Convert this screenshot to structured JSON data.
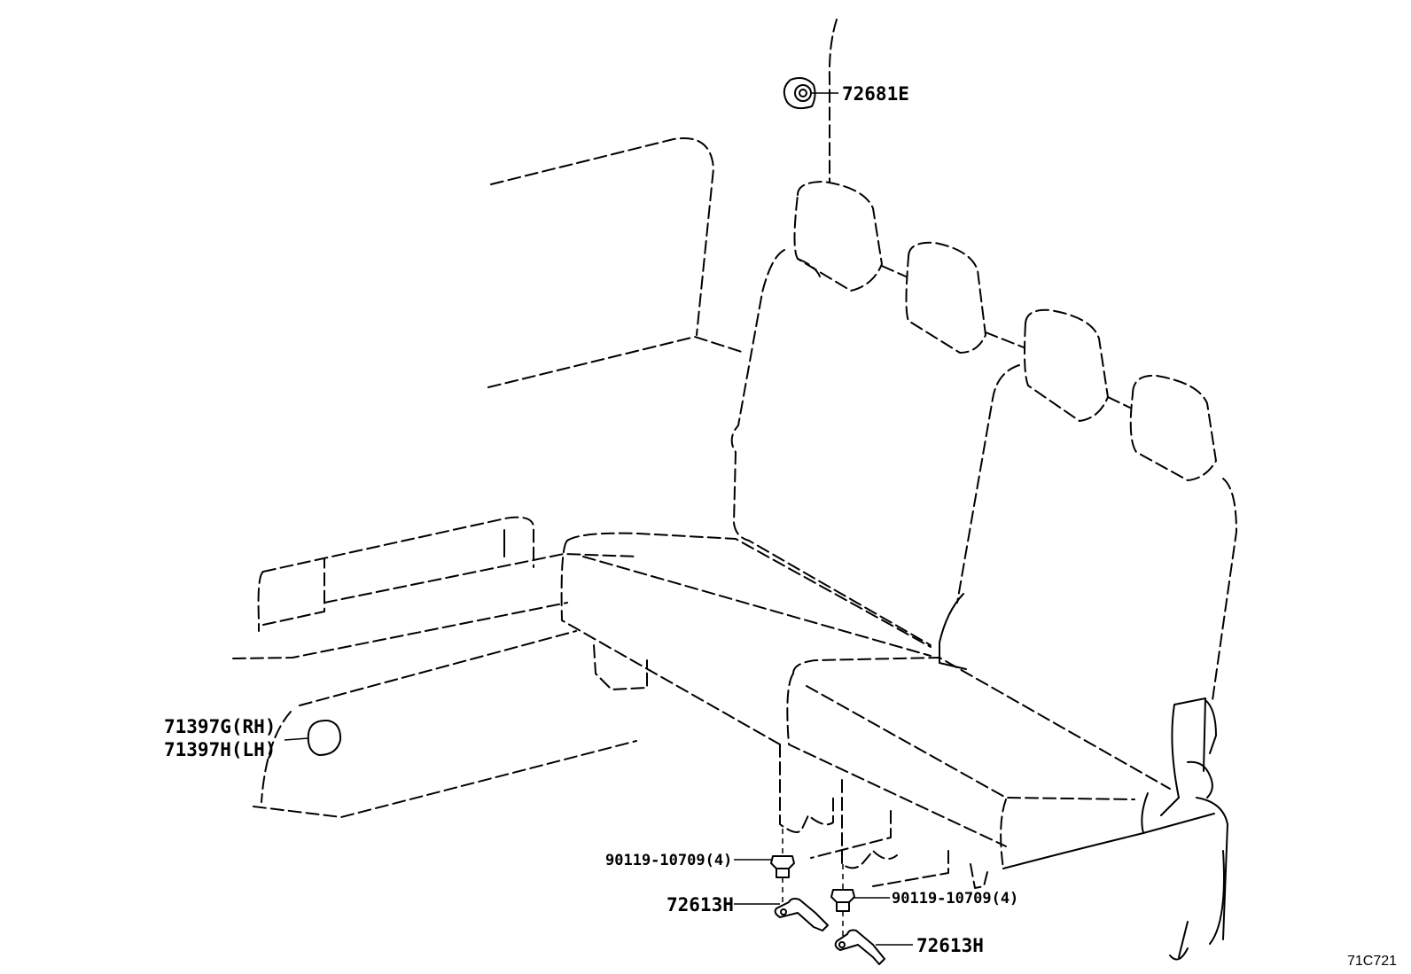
{
  "callouts": {
    "seat_belt_guide": "72681E",
    "cover_rh": "71397G(RH)",
    "cover_lh": "71397H(LH)",
    "bolt_left": "90119-10709(4)",
    "bolt_right": "90119-10709(4)",
    "bracket_left": "72613H",
    "bracket_right": "72613H"
  },
  "figure_ref": "71C721"
}
